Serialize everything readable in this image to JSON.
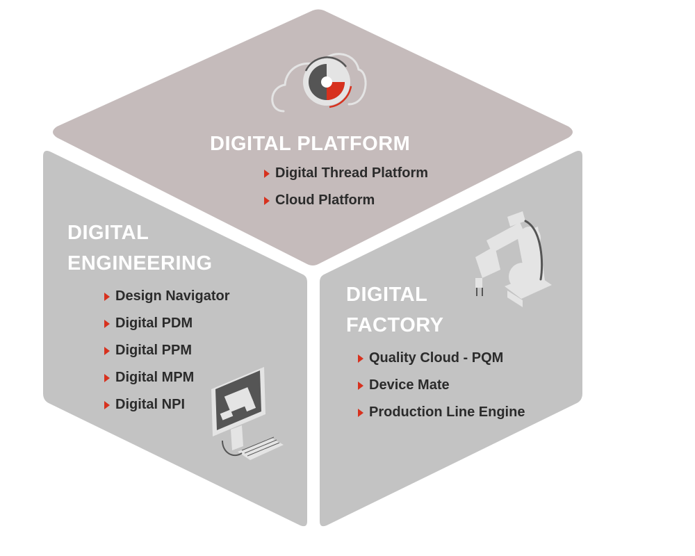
{
  "colors": {
    "top_face": "#c5bbbb",
    "side_face": "#c3c3c3",
    "title_text": "#ffffff",
    "item_text": "#2b2b2b",
    "bullet": "#d7311e",
    "icon_light": "#e4e4e4",
    "icon_dark": "#555555",
    "icon_accent": "#d7311e"
  },
  "icons": {
    "platform": "cloud-gauge-icon",
    "engineering": "computer-monitor-icon",
    "factory": "robot-arm-icon"
  },
  "platform": {
    "title": "DIGITAL PLATFORM",
    "items": [
      "Digital Thread Platform",
      "Cloud Platform"
    ]
  },
  "engineering": {
    "title_line1": "DIGITAL",
    "title_line2": "ENGINEERING",
    "items": [
      "Design Navigator",
      "Digital PDM",
      "Digital PPM",
      "Digital MPM",
      "Digital NPI"
    ]
  },
  "factory": {
    "title_line1": "DIGITAL",
    "title_line2": "FACTORY",
    "items": [
      "Quality Cloud - PQM",
      "Device Mate",
      "Production Line Engine"
    ]
  }
}
